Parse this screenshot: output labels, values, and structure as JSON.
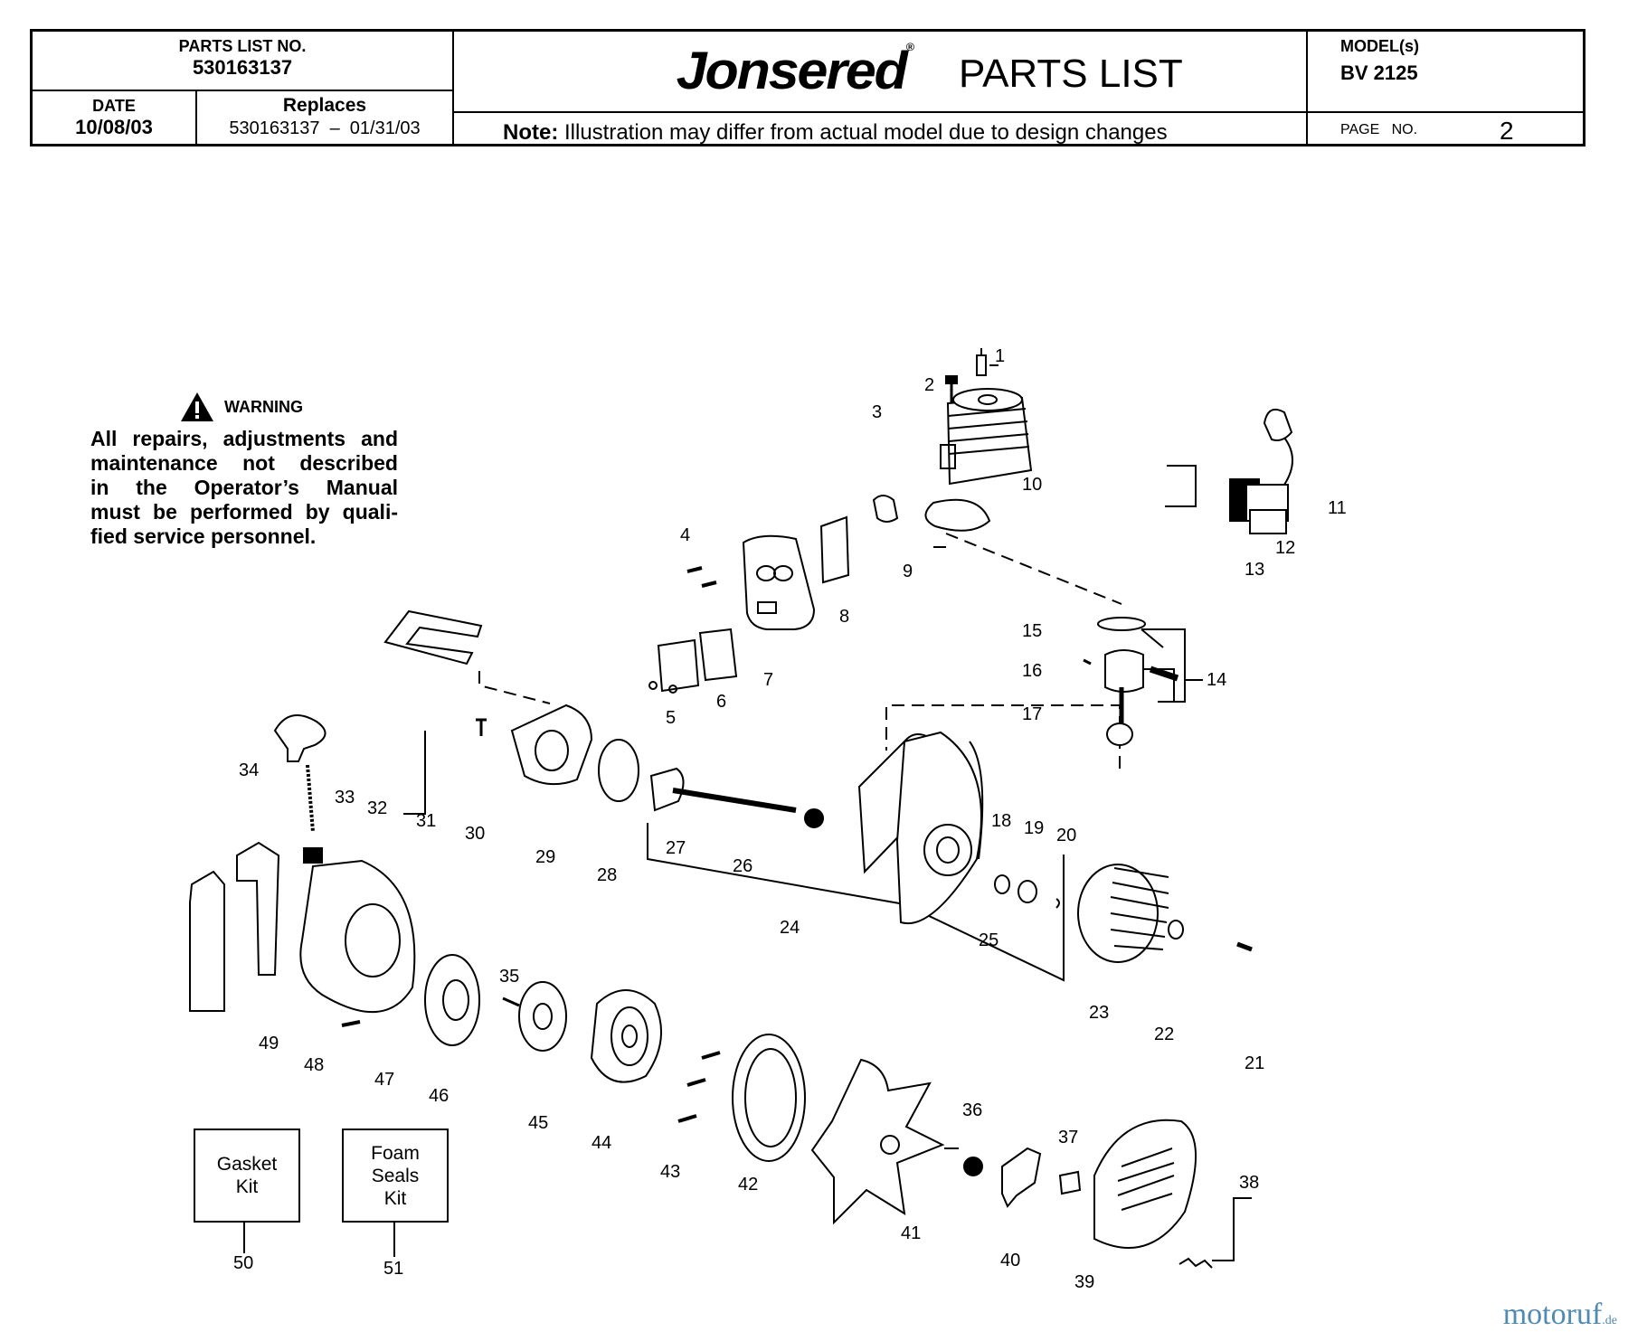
{
  "header": {
    "parts_list_label": "PARTS LIST NO.",
    "parts_list_no": "530163137",
    "date_label": "DATE",
    "date": "10/08/03",
    "replaces_label": "Replaces",
    "replaces": "530163137  –  01/31/03",
    "brand": "Jonsered",
    "title": "PARTS LIST",
    "note_label": "Note:",
    "note": " Illustration may differ from actual model due to design changes",
    "model_label": "MODEL(s)",
    "model": "BV 2125",
    "page_label": "PAGE   NO.",
    "page_no": "2"
  },
  "warning": {
    "title": "WARNING",
    "lines": [
      "All repairs, adjustments and",
      "maintenance not described",
      "in the Operator’s Manual",
      "must be performed by quali-",
      "fied  service personnel."
    ]
  },
  "kits": [
    {
      "label": "Gasket\nKit",
      "number": "50"
    },
    {
      "label": "Foam\nSeals\nKit",
      "number": "51"
    }
  ],
  "part_numbers": [
    "1",
    "2",
    "3",
    "4",
    "5",
    "6",
    "7",
    "8",
    "9",
    "10",
    "11",
    "12",
    "13",
    "14",
    "15",
    "16",
    "17",
    "18",
    "19",
    "20",
    "21",
    "22",
    "23",
    "24",
    "25",
    "26",
    "27",
    "28",
    "29",
    "30",
    "31",
    "32",
    "33",
    "34",
    "35",
    "36",
    "37",
    "38",
    "39",
    "40",
    "41",
    "42",
    "43",
    "44",
    "45",
    "46",
    "47",
    "48",
    "49"
  ],
  "watermark": {
    "text": "motoruf",
    "suffix": ".de"
  }
}
